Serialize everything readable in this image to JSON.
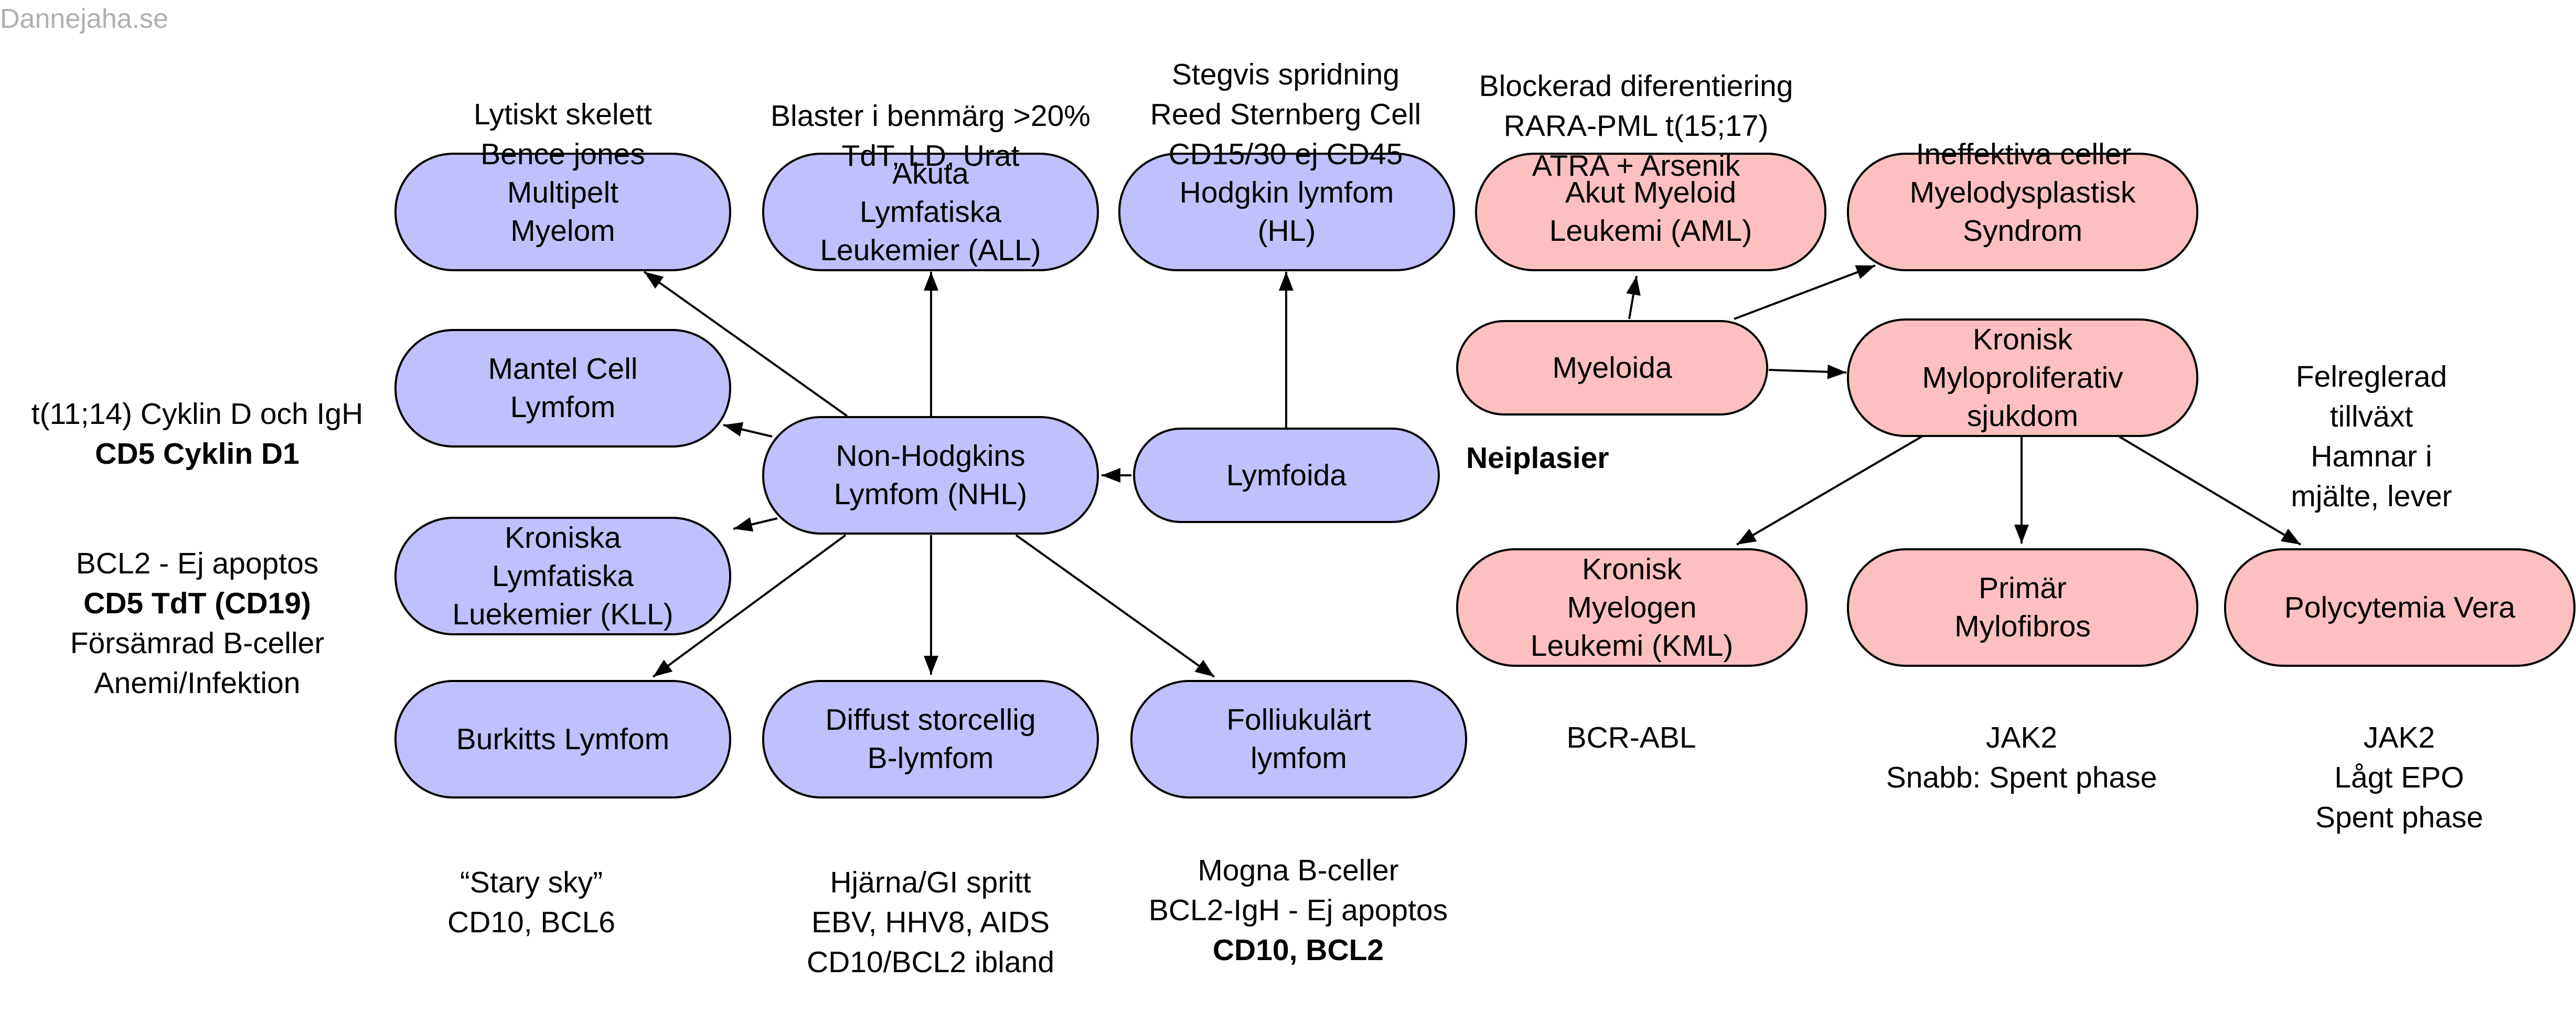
{
  "watermark": "Dannejaha.se",
  "center_label": "Neiplasier",
  "nodes": {
    "myelom": "Multipelt\nMyelom",
    "all": "Akuta\nLymfatiska\nLeukemier (ALL)",
    "hl": "Hodgkin lymfom\n(HL)",
    "aml": "Akut Myeloid\nLeukemi (AML)",
    "mds": "Myelodysplastisk\nSyndrom",
    "mantel": "Mantel Cell\nLymfom",
    "nhl": "Non-Hodgkins\nLymfom (NHL)",
    "lymfoida": "Lymfoida",
    "myeloida": "Myeloida",
    "kmps": "Kronisk\nMyloproliferativ\nsjukdom",
    "kll": "Kroniska\nLymfatiska\nLuekemier (KLL)",
    "burkitt": "Burkitts Lymfom",
    "diffust": "Diffust storcellig\nB-lymfom",
    "follikul": "Folliukulärt\nlymfom",
    "kml": "Kronisk\nMyelogen\nLeukemi (KML)",
    "pmf": "Primär\nMylofibros",
    "pv": "Polycytemia Vera"
  },
  "labels": {
    "myelom": [
      "Lytiskt skelett",
      "Bence jones"
    ],
    "all": [
      "Blaster i benmärg >20%",
      "TdT, LD, Urat"
    ],
    "hl": [
      "Stegvis spridning",
      "Reed Sternberg Cell",
      "CD15/30 ej CD45"
    ],
    "aml": [
      "Blockerad diferentiering",
      "RARA-PML t(15;17)",
      "ATRA + Arsenik"
    ],
    "mds": [
      "Ineffektiva celler"
    ],
    "mantel_normal": [
      "t(11;14) Cyklin D och IgH"
    ],
    "mantel_bold": [
      "CD5 Cyklin D1"
    ],
    "kll_a": [
      "BCL2 - Ej apoptos"
    ],
    "kll_bold": [
      "CD5 TdT (CD19)"
    ],
    "kll_b": [
      "Försämrad B-celler",
      "Anemi/Infektion"
    ],
    "kmps": [
      "Felreglerad tillväxt",
      "Hamnar i mjälte, lever"
    ],
    "burkitt": [
      "“Stary sky”",
      "CD10, BCL6"
    ],
    "diffust": [
      "Hjärna/GI spritt",
      "EBV, HHV8, AIDS",
      "CD10/BCL2 ibland"
    ],
    "follikul_normal": [
      "Mogna B-celler",
      "BCL2-IgH - Ej apoptos"
    ],
    "follikul_bold": [
      "CD10, BCL2"
    ],
    "kml": [
      "BCR-ABL"
    ],
    "pmf": [
      "JAK2",
      "Snabb: Spent phase"
    ],
    "pv": [
      "JAK2",
      "Lågt EPO",
      "Spent phase"
    ]
  },
  "colors": {
    "lymphoid_fill": "#c0c0fc",
    "myeloid_fill": "#fdc0c0",
    "stroke": "#000000"
  }
}
